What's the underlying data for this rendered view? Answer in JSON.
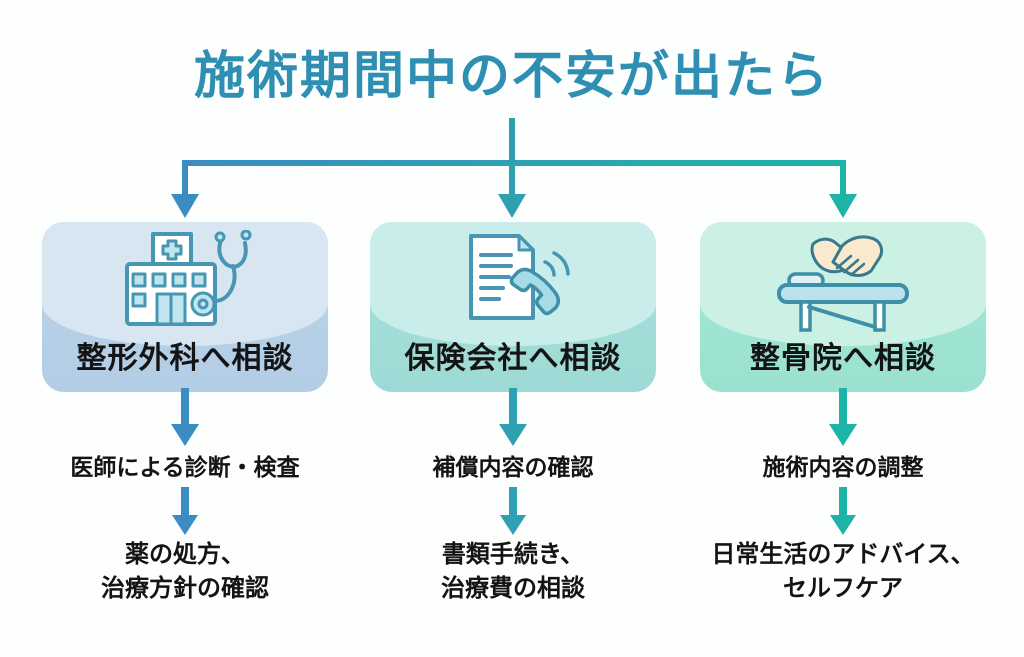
{
  "title": "施術期間中の不安が出たら",
  "colors": {
    "title_text": "#2f8fb2",
    "connector_left": "#3a8cc2",
    "connector_mid": "#2fa0b2",
    "connector_right": "#1db3a6",
    "card1_top": "#d8e6f2",
    "card1_bottom": "#b2cde5",
    "card2_top": "#c9edea",
    "card2_bottom": "#9edad5",
    "card3_top": "#caf1e4",
    "card3_bottom": "#9be1d0",
    "text": "#141414"
  },
  "columns": [
    {
      "icon": "hospital-stethoscope-icon",
      "card_label": "整形外科へ相談",
      "step1": "医師による診断・検査",
      "step2_lines": [
        "薬の処方、",
        "治療方針の確認"
      ]
    },
    {
      "icon": "document-phone-icon",
      "card_label": "保険会社へ相談",
      "step1": "補償内容の確認",
      "step2_lines": [
        "書類手続き、",
        "治療費の相談"
      ]
    },
    {
      "icon": "massage-table-icon",
      "card_label": "整骨院へ相談",
      "step1": "施術内容の調整",
      "step2_lines": [
        "日常生活のアドバイス、",
        "セルフケア"
      ]
    }
  ]
}
